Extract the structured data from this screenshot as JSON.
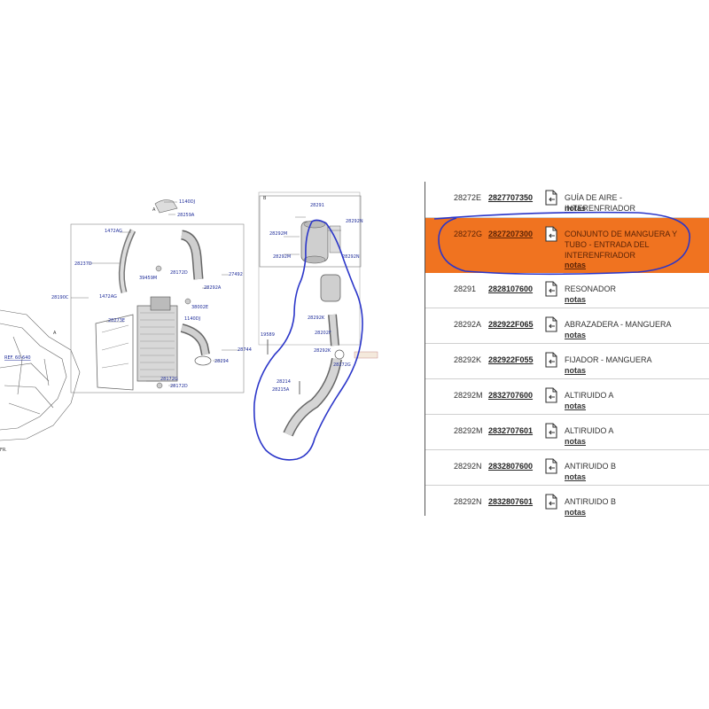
{
  "diagram": {
    "labels": [
      "1140DJ",
      "28259A",
      "1472AG",
      "28237D",
      "28190C",
      "28273E",
      "1472AG",
      "39459M",
      "28172D",
      "28292A",
      "27492",
      "38002E",
      "1140DJ",
      "28744",
      "28294",
      "28172G",
      "28172D",
      "28291",
      "28292N",
      "28292M",
      "28292M",
      "28292N",
      "28292K",
      "28202F",
      "28292K",
      "28272G",
      "28214",
      "28215A",
      "19589",
      "A",
      "B",
      "A",
      "REF. 60-640",
      "FR."
    ]
  },
  "parts": [
    {
      "ref": "28272E",
      "part_number": "2827707350",
      "description": "GUÍA DE AIRE - INTERENFRIADOR",
      "notes": "notas"
    },
    {
      "ref": "28272G",
      "part_number": "2827207300",
      "description": "CONJUNTO DE MANGUERA Y TUBO - ENTRADA DEL INTERENFRIADOR",
      "notes": "notas",
      "highlighted": true
    },
    {
      "ref": "28291",
      "part_number": "2828107600",
      "description": "RESONADOR",
      "notes": "notas"
    },
    {
      "ref": "28292A",
      "part_number": "282922F065",
      "description": "ABRAZADERA - MANGUERA",
      "notes": "notas"
    },
    {
      "ref": "28292K",
      "part_number": "282922F055",
      "description": "FIJADOR - MANGUERA",
      "notes": "notas"
    },
    {
      "ref": "28292M",
      "part_number": "2832707600",
      "description": "ALTIRUIDO A",
      "notes": "notas"
    },
    {
      "ref": "28292M",
      "part_number": "2832707601",
      "description": "ALTIRUIDO A",
      "notes": "notas"
    },
    {
      "ref": "28292N",
      "part_number": "2832807600",
      "description": "ANTIRUIDO B",
      "notes": "notas"
    },
    {
      "ref": "28292N",
      "part_number": "2832807601",
      "description": "ANTIRUIDO B",
      "notes": "notas"
    }
  ],
  "colors": {
    "highlight": "#f07320",
    "annotation": "#2b36c9",
    "link_label": "#1f2d9a"
  },
  "icons": {
    "row_icon": "document-arrow-icon"
  }
}
